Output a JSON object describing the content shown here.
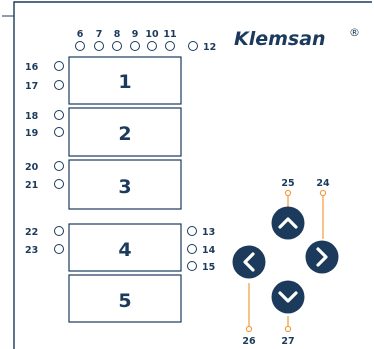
{
  "brand": {
    "name": "Klemsan",
    "mark": "®"
  },
  "top_leds": [
    "6",
    "7",
    "8",
    "9",
    "10",
    "11",
    "12"
  ],
  "left_leds": [
    "16",
    "17",
    "18",
    "19",
    "20",
    "21",
    "22",
    "23"
  ],
  "right_leds": [
    "13",
    "14",
    "15"
  ],
  "displays": [
    "1",
    "2",
    "3",
    "4",
    "5"
  ],
  "buttons": {
    "up": "25",
    "right": "24",
    "left": "26",
    "down": "27"
  },
  "colors": {
    "panel": "#1b3a5c",
    "callout": "#f29a3a"
  }
}
